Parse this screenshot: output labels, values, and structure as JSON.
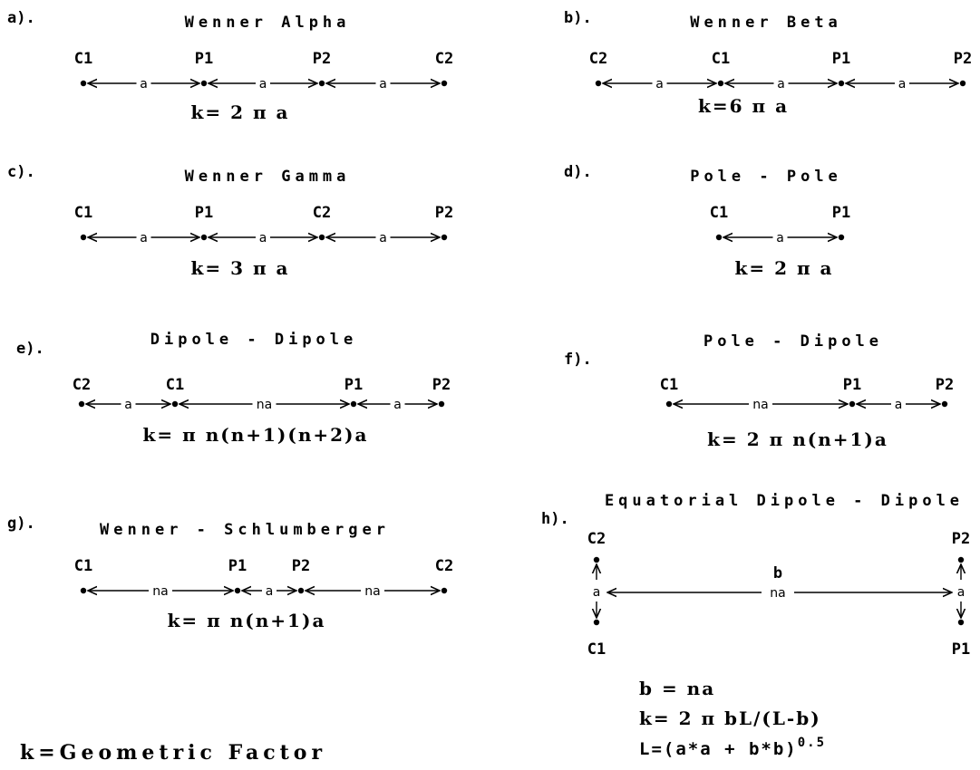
{
  "panels": [
    {
      "tag": "a).",
      "title": "Wenner Alpha",
      "formula": "k= 2 π a",
      "electrodes": [
        "C1",
        "P1",
        "P2",
        "C2"
      ],
      "spacings": [
        "a",
        "a",
        "a"
      ]
    },
    {
      "tag": "b).",
      "title": "Wenner Beta",
      "formula": "k=6 π a",
      "electrodes": [
        "C2",
        "C1",
        "P1",
        "P2"
      ],
      "spacings": [
        "a",
        "a",
        "a"
      ]
    },
    {
      "tag": "c).",
      "title": "Wenner Gamma",
      "formula": "k= 3 π a",
      "electrodes": [
        "C1",
        "P1",
        "C2",
        "P2"
      ],
      "spacings": [
        "a",
        "a",
        "a"
      ]
    },
    {
      "tag": "d).",
      "title": "Pole - Pole",
      "formula": "k= 2 π a",
      "electrodes": [
        "C1",
        "P1"
      ],
      "spacings": [
        "a"
      ]
    },
    {
      "tag": "e).",
      "title": "Dipole - Dipole",
      "formula": "k= π n(n+1)(n+2)a",
      "electrodes": [
        "C2",
        "C1",
        "P1",
        "P2"
      ],
      "spacings": [
        "a",
        "na",
        "a"
      ]
    },
    {
      "tag": "f).",
      "title": "Pole - Dipole",
      "formula": "k= 2 π n(n+1)a",
      "electrodes": [
        "C1",
        "P1",
        "P2"
      ],
      "spacings": [
        "na",
        "a"
      ]
    },
    {
      "tag": "g).",
      "title": "Wenner - Schlumberger",
      "formula": "k= π n(n+1)a",
      "electrodes": [
        "C1",
        "P1",
        "P2",
        "C2"
      ],
      "spacings": [
        "na",
        "a",
        "na"
      ]
    }
  ],
  "equatorial": {
    "tag": "h).",
    "title": "Equatorial Dipole - Dipole",
    "electrodes": [
      "C2",
      "C1",
      "P2",
      "P1"
    ],
    "left_spacing": "a",
    "right_spacing": "a",
    "gap_label": "b",
    "gap_spacing": "na",
    "formulas": [
      "b = na",
      "k= 2 π bL/(L-b)",
      "L=(a*a + b*b)"
    ],
    "exponent": "0.5"
  },
  "footer": "k=Geometric Factor"
}
